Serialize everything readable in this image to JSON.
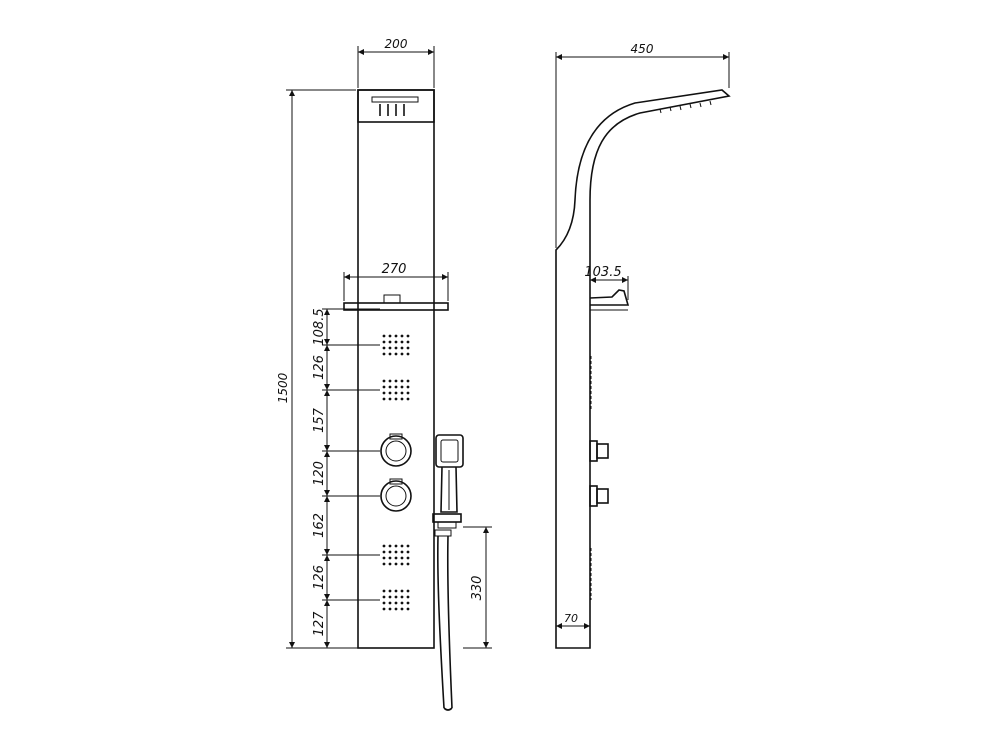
{
  "drawing": {
    "front": {
      "top_width": "200",
      "shelf_width": "270",
      "total_height": "1500",
      "spacings": [
        "108.5",
        "126",
        "157",
        "120",
        "162",
        "126",
        "127"
      ],
      "hose_height": "330"
    },
    "side": {
      "projection": "450",
      "shelf_depth": "103.5",
      "bottom_depth": "70"
    }
  }
}
